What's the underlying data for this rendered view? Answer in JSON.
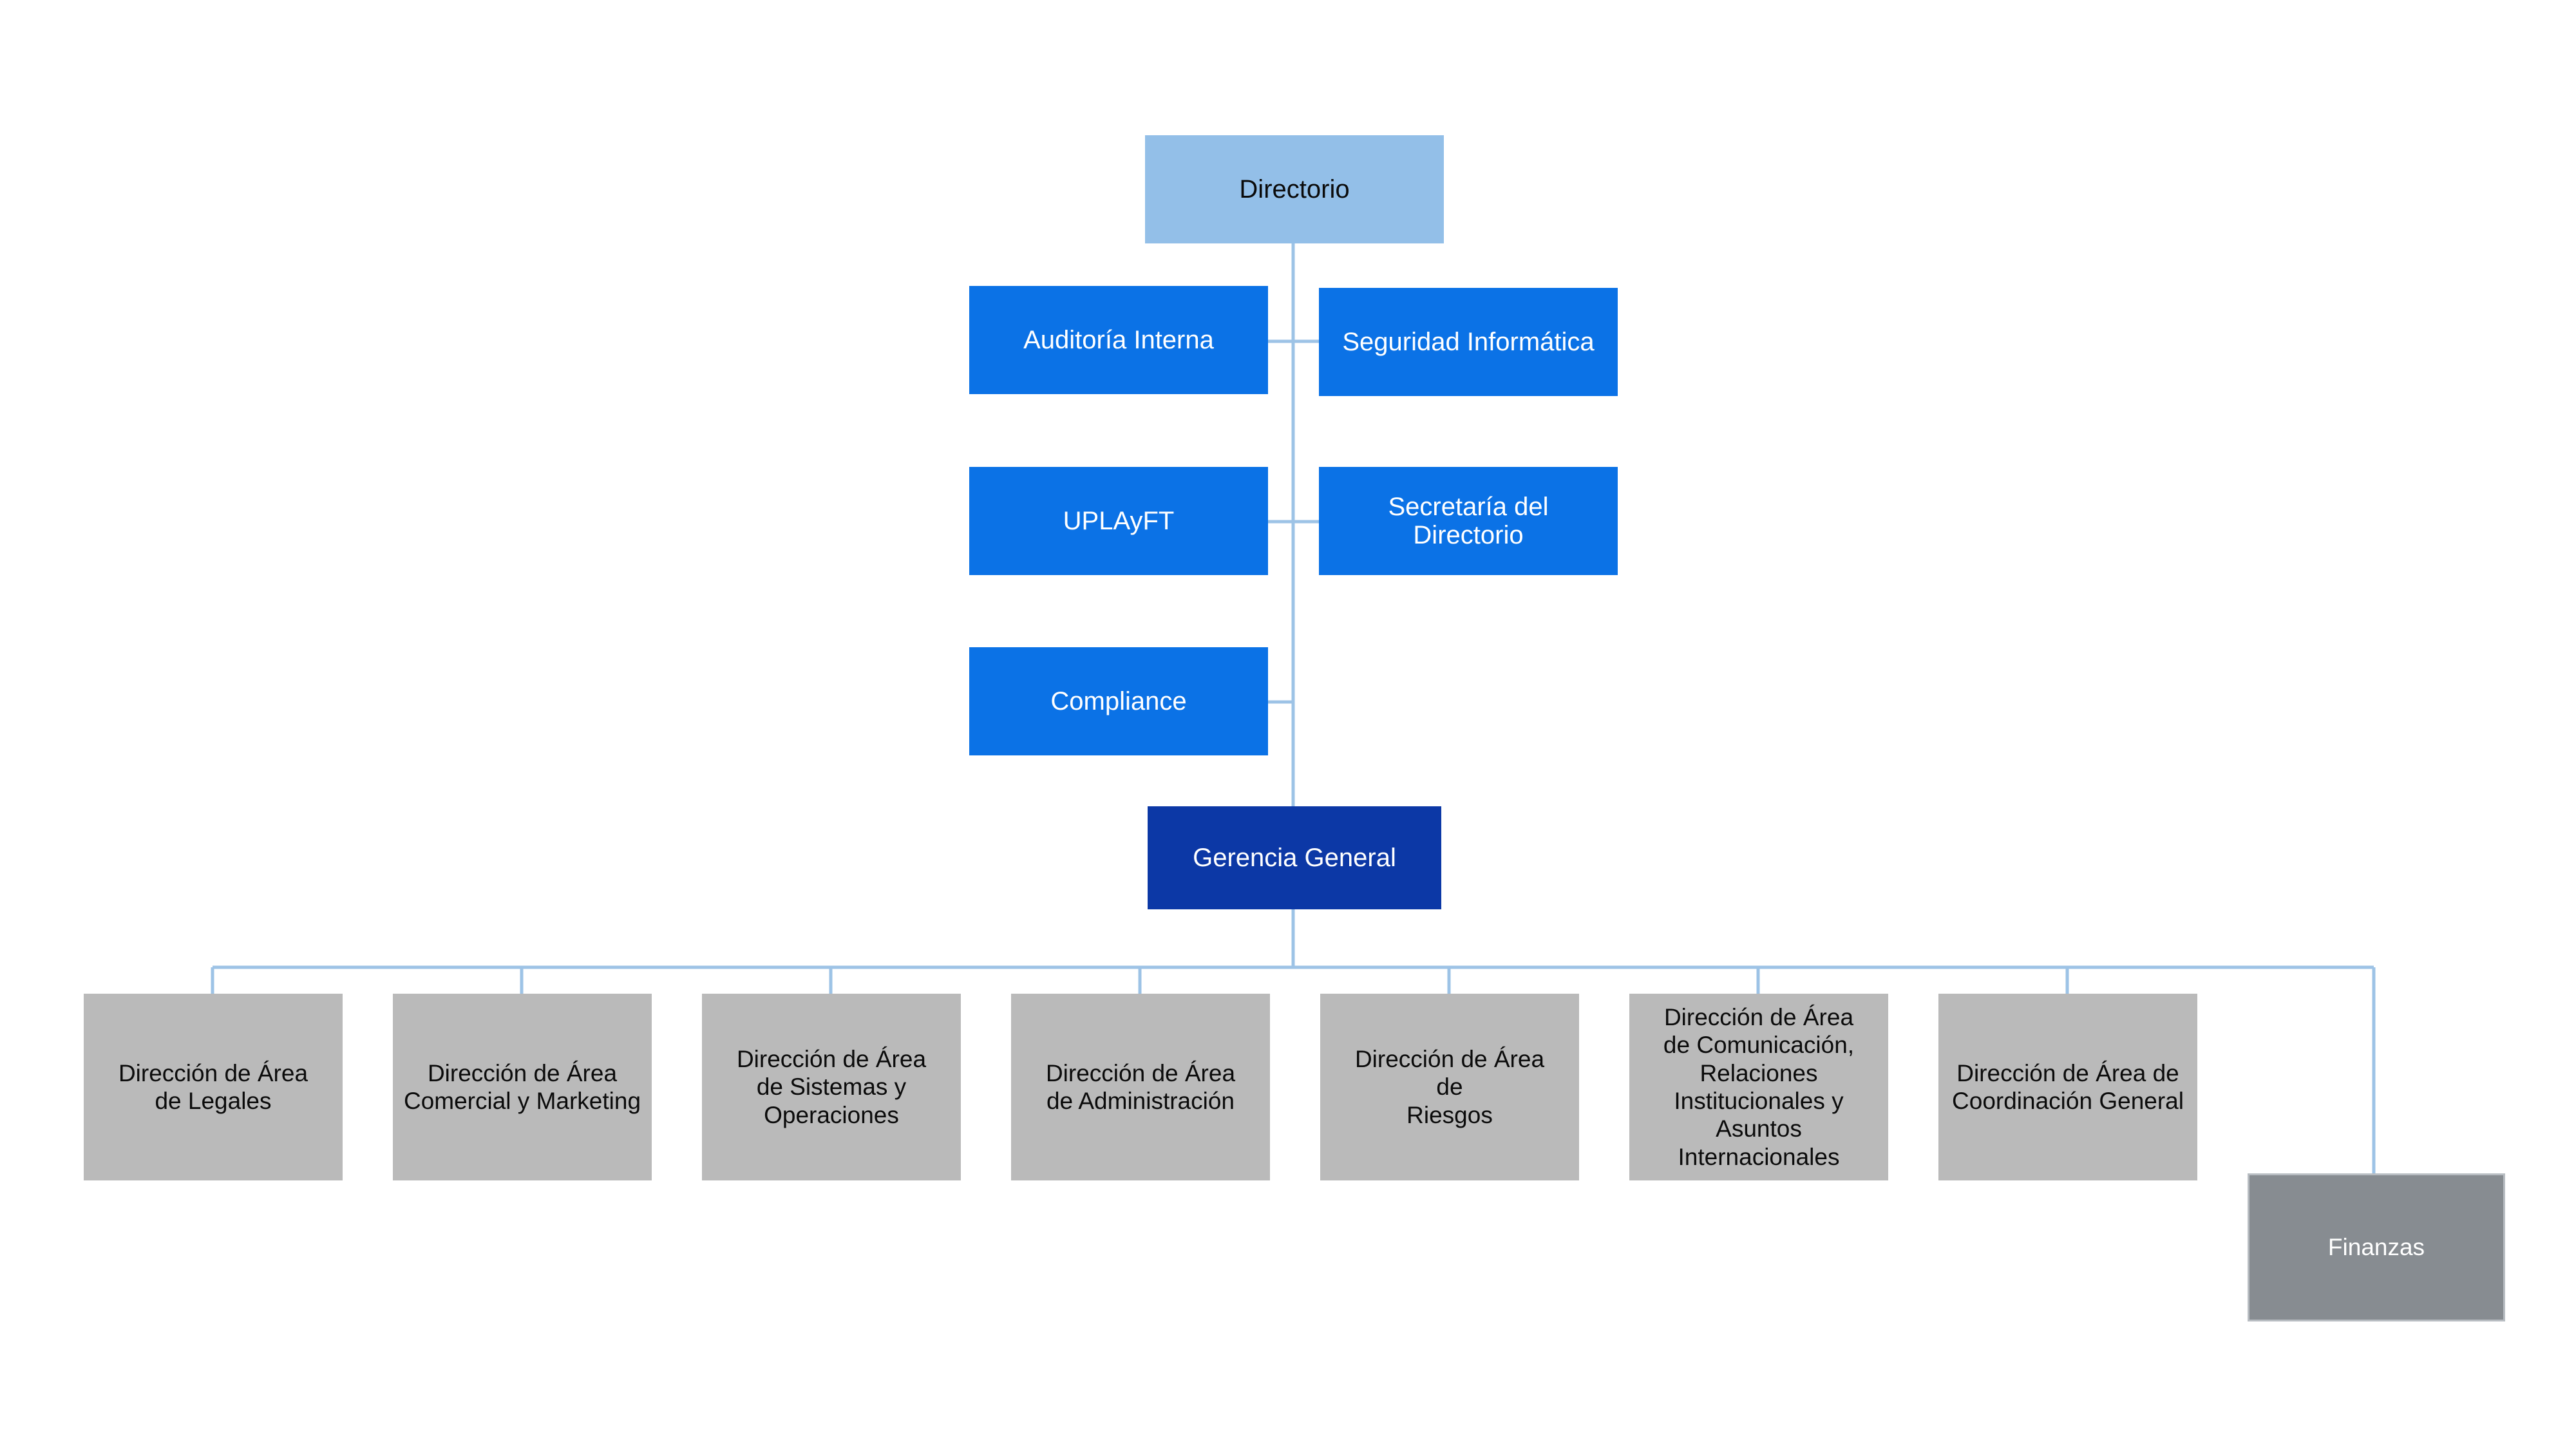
{
  "chart": {
    "top": {
      "directorio": "Directorio"
    },
    "board_units": {
      "auditoria_interna": "Auditoría Interna",
      "seguridad_informatica": "Seguridad Informática",
      "uplayft": "UPLAyFT",
      "secretaria_directorio": "Secretaría del\nDirectorio",
      "compliance": "Compliance"
    },
    "management": {
      "gerencia_general": "Gerencia General"
    },
    "departments": [
      {
        "label": "Dirección de Área\nde Legales"
      },
      {
        "label": "Dirección de Área\nComercial y Marketing"
      },
      {
        "label": "Dirección de Área\nde Sistemas y\nOperaciones"
      },
      {
        "label": "Dirección de Área\nde Administración"
      },
      {
        "label": "Dirección de Área\nde\nRiesgos"
      },
      {
        "label": "Dirección de Área\nde Comunicación,\nRelaciones\nInstitucionales y\nAsuntos\nInternacionales"
      },
      {
        "label": "Dirección de Área de\nCoordinación General"
      }
    ],
    "finanzas": "Finanzas"
  },
  "colors": {
    "connector": "#9dc3e6",
    "directorio_fill": "#93bfe8",
    "board_unit_fill": "#0b72e6",
    "gerencia_fill": "#0c38a6",
    "department_fill": "#bababa",
    "finanzas_fill": "#878c91"
  }
}
